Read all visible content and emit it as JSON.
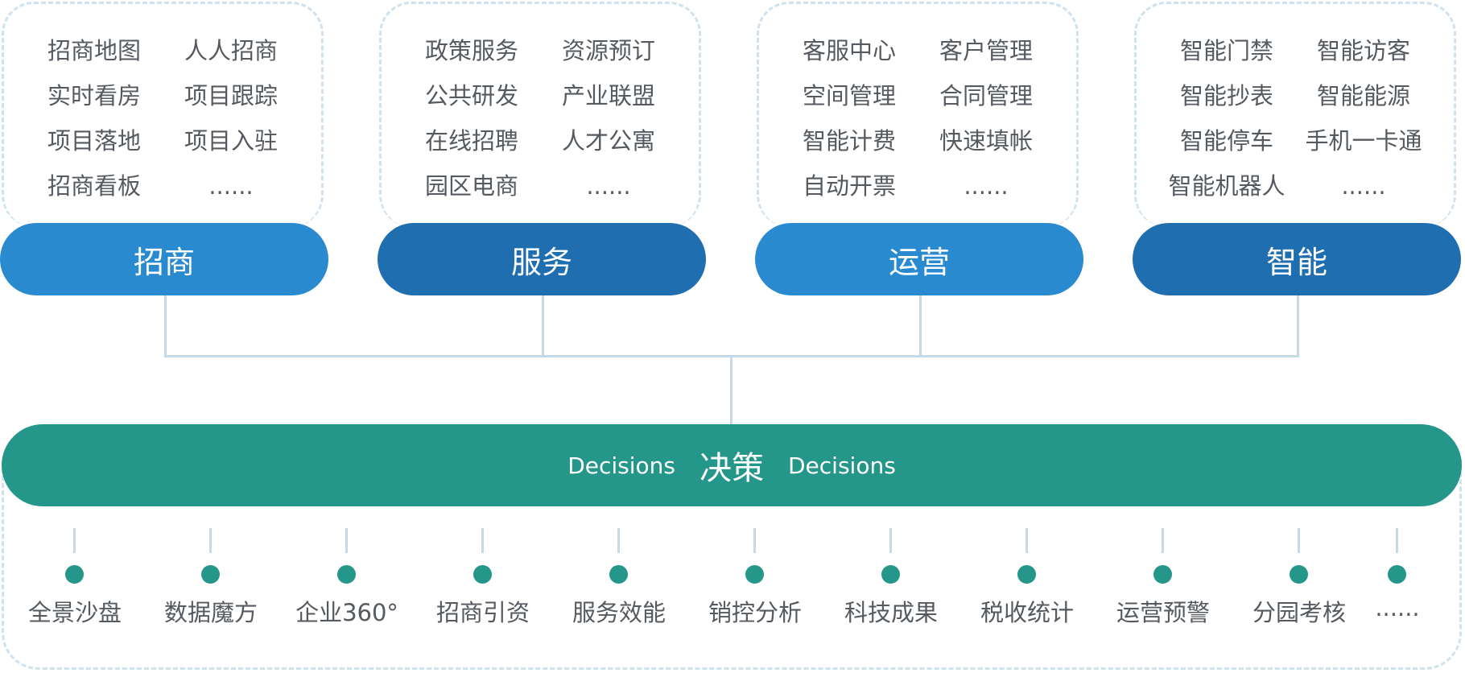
{
  "modules": [
    {
      "title": "招商",
      "color": "#2a8ad0",
      "items": [
        "招商地图",
        "人人招商",
        "实时看房",
        "项目跟踪",
        "项目落地",
        "项目入驻",
        "招商看板",
        "......"
      ]
    },
    {
      "title": "服务",
      "color": "#1f6eb0",
      "items": [
        "政策服务",
        "资源预订",
        "公共研发",
        "产业联盟",
        "在线招聘",
        "人才公寓",
        "园区电商",
        "......"
      ]
    },
    {
      "title": "运营",
      "color": "#2a8ad0",
      "items": [
        "客服中心",
        "客户管理",
        "空间管理",
        "合同管理",
        "智能计费",
        "快速填帐",
        "自动开票",
        "......"
      ]
    },
    {
      "title": "智能",
      "color": "#1f6eb0",
      "items": [
        "智能门禁",
        "智能访客",
        "智能抄表",
        "智能能源",
        "智能停车",
        "手机一卡通",
        "智能机器人",
        "......"
      ]
    }
  ],
  "decision": {
    "en_left": "Decisions",
    "cn": "决策",
    "en_right": "Decisions",
    "color": "#25968a"
  },
  "bottom_items": [
    "全景沙盘",
    "数据魔方",
    "企业360°",
    "招商引资",
    "服务效能",
    "销控分析",
    "科技成果",
    "税收统计",
    "运营预警",
    "分园考核",
    "......"
  ]
}
